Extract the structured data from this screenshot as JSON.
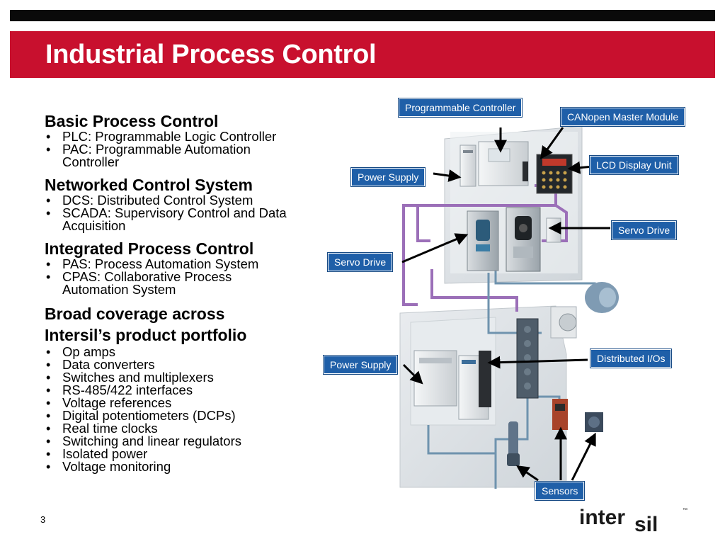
{
  "slide": {
    "title": "Industrial Process Control",
    "page_number": "3"
  },
  "left_column": {
    "sections": [
      {
        "heading": "Basic Process Control",
        "bullets": [
          "PLC: Programmable Logic Controller",
          "PAC: Programmable Automation",
          "Controller"
        ]
      },
      {
        "heading": "Networked Control System",
        "bullets": [
          "DCS: Distributed Control System",
          "SCADA: Supervisory Control and Data",
          "Acquisition"
        ]
      },
      {
        "heading": "Integrated Process Control",
        "bullets": [
          "PAS: Process Automation System",
          "CPAS: Collaborative Process",
          "Automation System"
        ]
      },
      {
        "heading_line1": "Broad coverage across",
        "heading_line2": "Intersil’s product portfolio",
        "bullets": [
          "Op amps",
          "Data converters",
          "Switches and multiplexers",
          "RS-485/422 interfaces",
          "Voltage references",
          "Digital potentiometers (DCPs)",
          "Real time clocks",
          "Switching and linear regulators",
          "Isolated power",
          "Voltage monitoring"
        ]
      }
    ],
    "bullet_glyph": "•"
  },
  "diagram_labels": {
    "programmable_controller": "Programmable Controller",
    "canopen_master_module": "CANopen Master Module",
    "lcd_display_unit": "LCD Display Unit",
    "power_supply_top": "Power Supply",
    "servo_drive_right": "Servo Drive",
    "servo_drive_left": "Servo Drive",
    "distributed_ios": "Distributed I/Os",
    "power_supply_bottom": "Power Supply",
    "sensors": "Sensors"
  },
  "logo": {
    "text_inter": "inter",
    "text_sil": "sil",
    "trademark": "™"
  },
  "colors": {
    "title_bar": "#c8102e",
    "top_bar": "#0a0a0a",
    "label_bg": "#1f5fa8",
    "cable_purple": "#9b6fb8",
    "cable_blue": "#6f93ae"
  }
}
